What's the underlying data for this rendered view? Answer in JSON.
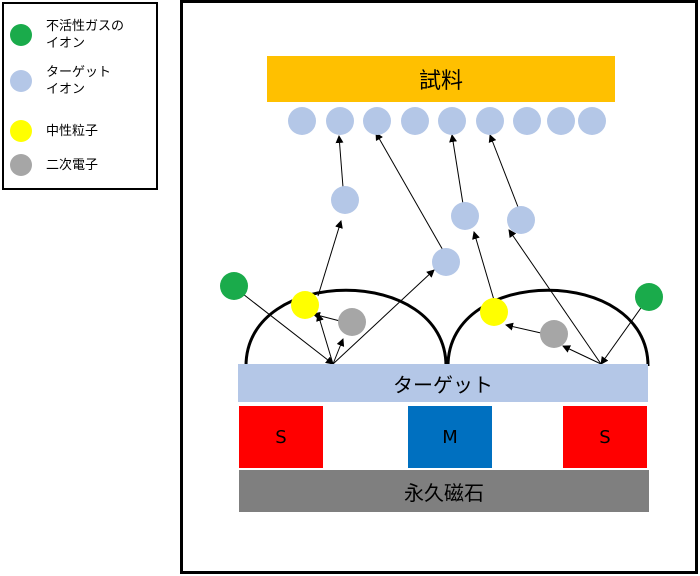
{
  "legend": {
    "items": [
      {
        "label": "不活性ガスの\nイオン",
        "color": "#1aab4b",
        "icon": "green-dot"
      },
      {
        "label": "ターゲット\nイオン",
        "color": "#b4c7e7",
        "icon": "blue-dot"
      },
      {
        "label": "中性粒子",
        "color": "#ffff00",
        "icon": "yellow-dot"
      },
      {
        "label": "二次電子",
        "color": "#a6a6a6",
        "icon": "gray-dot"
      }
    ]
  },
  "diagram": {
    "sample_label": "試料",
    "target_label": "ターゲット",
    "magnet_left_label": "S",
    "magnet_center_label": "M",
    "magnet_right_label": "S",
    "permanent_magnet_label": "永久磁石",
    "colors": {
      "sample": "#ffc000",
      "target": "#b4c7e7",
      "magnet_s": "#ff0000",
      "magnet_m": "#0070c0",
      "base": "#7f7f7f",
      "gas_ion": "#1aab4b",
      "target_ion": "#b4c7e7",
      "neutral": "#ffff00",
      "electron": "#a6a6a6"
    }
  }
}
